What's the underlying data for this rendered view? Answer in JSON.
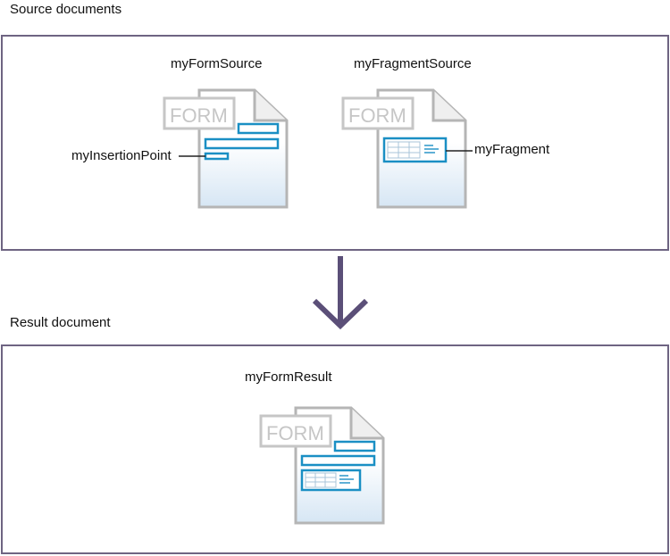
{
  "source_section": {
    "title": "Source documents",
    "form_source": {
      "name": "myFormSource",
      "badge": "FORM",
      "insertion_point_label": "myInsertionPoint"
    },
    "fragment_source": {
      "name": "myFragmentSource",
      "badge": "FORM",
      "fragment_label": "myFragment"
    }
  },
  "result_section": {
    "title": "Result document",
    "form_result": {
      "name": "myFormResult",
      "badge": "FORM"
    }
  },
  "colors": {
    "panel_border": "#6e6482",
    "arrow": "#5b4f78",
    "field_blue": "#1a8fc4",
    "page_outline": "#b5b5b5",
    "badge_gray": "#c6c6c6",
    "page_gradient_bottom": "#d6e6f4"
  },
  "icons": {
    "document": "form-document-icon",
    "arrow": "arrow-down-icon"
  }
}
